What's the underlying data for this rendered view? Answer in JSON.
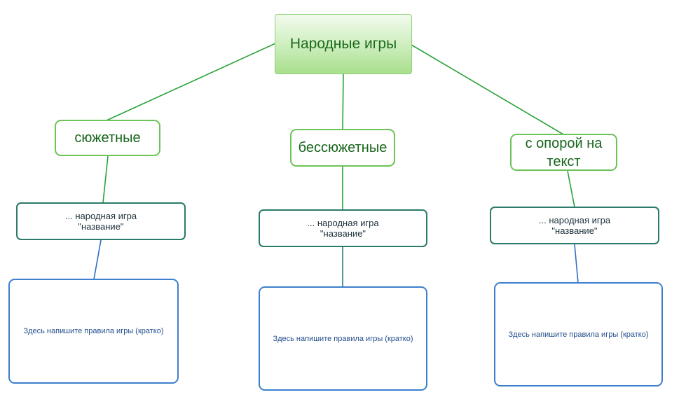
{
  "root": {
    "label": "Народные игры"
  },
  "branches": [
    {
      "category": "сюжетные",
      "game": "... народная игра\n\"название\"",
      "rules": "Здесь напишите правила игры (кратко)"
    },
    {
      "category": "бессюжетные",
      "game": "... народная игра\n\"название\"",
      "rules": "Здесь напишите правила игры (кратко)"
    },
    {
      "category": "с опорой на\nтекст",
      "game": "... народная игра\n\"название\"",
      "rules": "Здесь напишите правила игры (кратко)"
    }
  ],
  "colors": {
    "root_to_category_line": "#2aa33a",
    "category_to_game_line": "#2aa33a",
    "game_to_rules_line": "#2f6fc4",
    "category_border": "#6cc356",
    "game_border": "#2b7a6a",
    "rules_border": "#3d7fcc"
  }
}
